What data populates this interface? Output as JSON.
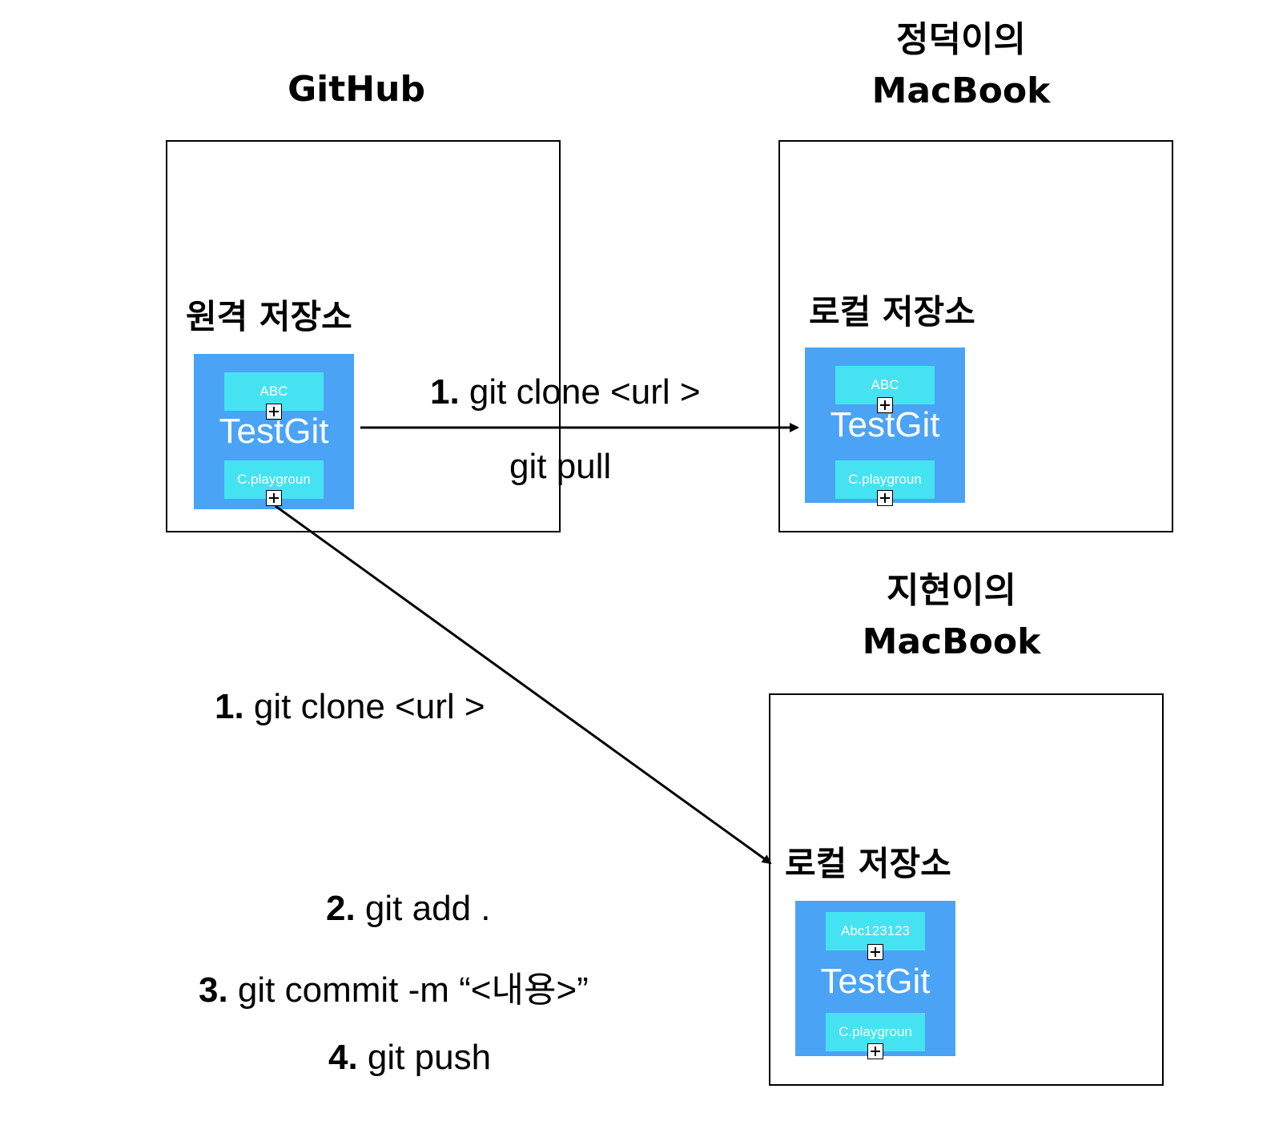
{
  "github_title": "GitHub",
  "mac1_title_line1": "정덕이의",
  "mac1_title_line2": "MacBook",
  "mac2_title_line1": "지현이의",
  "mac2_title_line2": "MacBook",
  "remote_label": "원격 저장소",
  "local_label_1": "로컬 저장소",
  "local_label_2": "로컬 저장소",
  "repos": {
    "remote": {
      "top_chip": "ABC",
      "name": "TestGit",
      "bottom_chip": "C.playgroun"
    },
    "local1": {
      "top_chip": "ABC",
      "name": "TestGit",
      "bottom_chip": "C.playgroun"
    },
    "local2": {
      "top_chip": "Abc123123",
      "name": "TestGit",
      "bottom_chip": "C.playgroun"
    }
  },
  "arrow1_cmd_num": "1.",
  "arrow1_cmd_text": " git clone <url >",
  "arrow1_cmd2": "git pull",
  "arrow2_cmd_num": "1.",
  "arrow2_cmd_text": " git clone <url >",
  "step2_num": "2.",
  "step2_text": " git add .",
  "step3_num": "3.",
  "step3_text": " git commit -m “<내용>”",
  "step4_num": "4.",
  "step4_text": " git push",
  "colors": {
    "repo_bg": "#4aa3f5",
    "chip_bg": "#45e3f1"
  }
}
